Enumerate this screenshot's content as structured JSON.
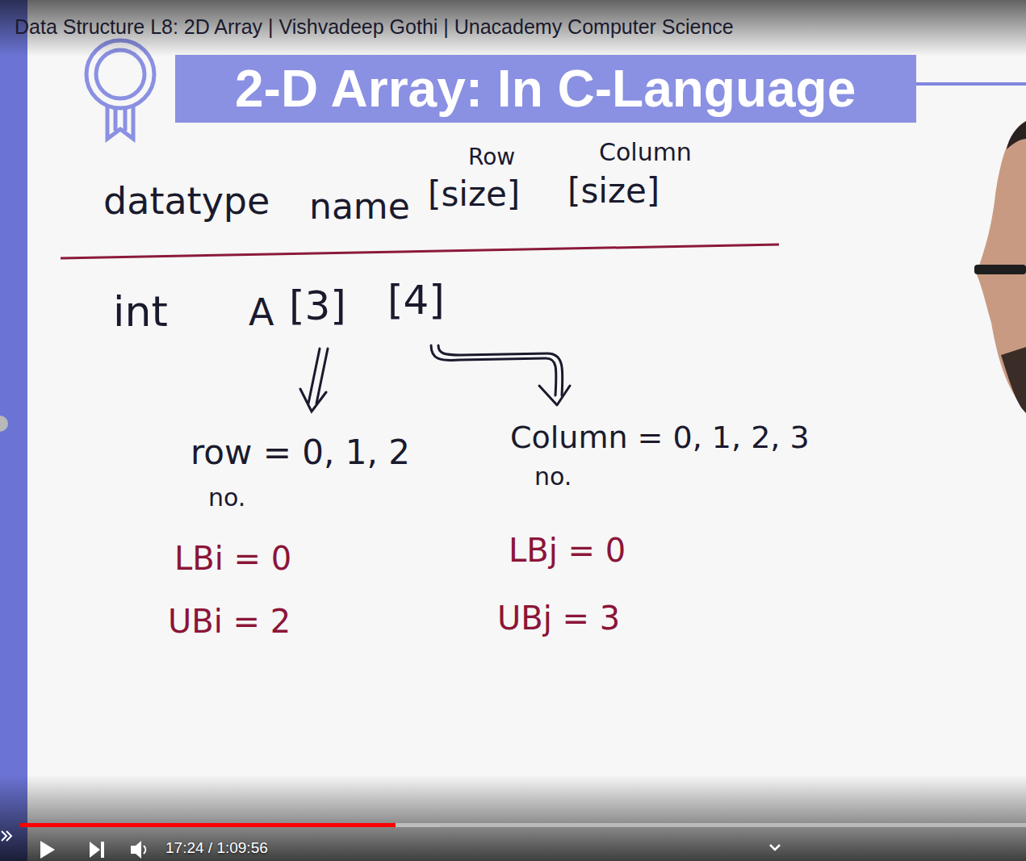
{
  "diagram": {
    "title": "2-D Array: In C-Language",
    "labels": [
      "Data Structure L8: 2D Array | Vishvadeep Gothi | Unacademy Computer Science",
      "Row",
      "Column",
      "datatype",
      "name",
      "[size]",
      "[size]",
      "int",
      "A",
      "[3]",
      "[4]",
      "row = 0, 1, 2",
      "no.",
      "Column = 0, 1, 2, 3",
      "no.",
      "LBi = 0",
      "UBi = 2",
      "LBj = 0",
      "UBj = 3",
      "17:24 / 1:09:56"
    ]
  }
}
